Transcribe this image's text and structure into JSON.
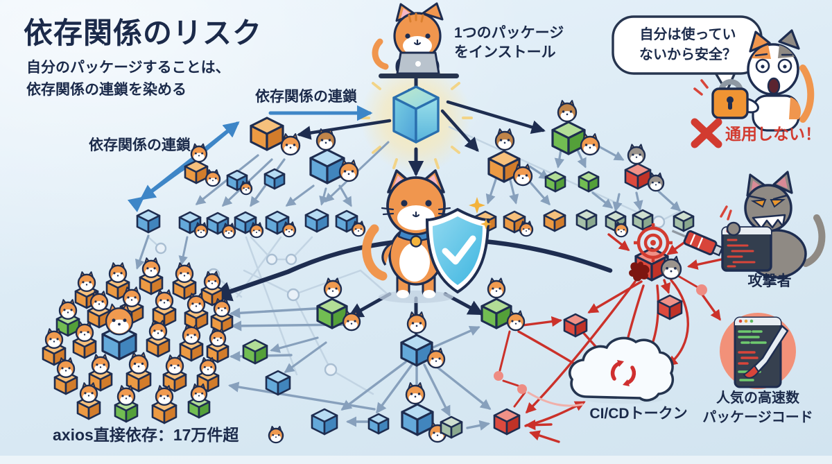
{
  "header": {
    "title": "依存関係のリスク",
    "subtitle_line1": "自分のパッケージすることは、",
    "subtitle_line2": "依存関係の連鎖を染める"
  },
  "labels": {
    "chain_top": "依存関係の連鎖",
    "chain_left": "依存関係の連鎖",
    "install_line1": "1つのパッケージ",
    "install_line2": "をインストール",
    "bubble_line1": "自分は使ってい",
    "bubble_line2": "ないから安全？",
    "not_applicable": "通用しない！",
    "attacker": "攻撃者",
    "cicd": "CI/CDトークン",
    "popular_line1": "人気の高速数",
    "popular_line2": "パッケージコード",
    "axios": "axios直接依存：17万件超"
  },
  "colors": {
    "navy": "#1e2d50",
    "stroke": {
      "dark": "#1e2d50",
      "blue": "#3e86c7",
      "grey": "#87a0bc",
      "faint": "#c2d4e3",
      "red": "#cb312a",
      "pink": "#f0b0aa"
    },
    "cube": {
      "o": {
        "t": "#f6c07c",
        "l": "#ec9a43",
        "r": "#d27c2b"
      },
      "b": {
        "t": "#b7dcf3",
        "l": "#64a9da",
        "r": "#4185bd"
      },
      "g": {
        "t": "#b2dd96",
        "l": "#72bd52",
        "r": "#54a039"
      },
      "s": {
        "t": "#cfdfcf",
        "l": "#a6c1a9",
        "r": "#8aa88e"
      },
      "r": {
        "t": "#ef9187",
        "l": "#dd4a3e",
        "r": "#c03227"
      }
    },
    "cat": {
      "o": "#f09a4f",
      "n": "#c08449",
      "y": "#9b948d"
    }
  },
  "diagram": {
    "cubes": [
      [
        385,
        170,
        46,
        "o",
        [
          [
            34,
            40,
            13,
            "o"
          ]
        ]
      ],
      [
        283,
        232,
        32,
        "o",
        [
          [
            4,
            -10,
            11,
            "o"
          ],
          [
            24,
            26,
            10,
            "o"
          ]
        ]
      ],
      [
        472,
        216,
        48,
        "b",
        [
          [
            -2,
            -13,
            13,
            "n"
          ],
          [
            31,
            32,
            13,
            "o"
          ]
        ]
      ],
      [
        342,
        246,
        28,
        "b",
        [
          [
            13,
            26,
            8,
            "o"
          ]
        ]
      ],
      [
        396,
        244,
        28,
        "b",
        []
      ],
      [
        214,
        303,
        32,
        "b",
        []
      ],
      [
        274,
        306,
        30,
        "b",
        [
          [
            16,
            27,
            9,
            "o"
          ]
        ]
      ],
      [
        314,
        307,
        30,
        "b",
        [
          [
            16,
            27,
            9,
            "o"
          ]
        ]
      ],
      [
        354,
        306,
        30,
        "b",
        [
          [
            16,
            27,
            9,
            "o"
          ]
        ]
      ],
      [
        400,
        305,
        32,
        "b",
        [
          [
            17,
            27,
            9,
            "o"
          ]
        ]
      ],
      [
        457,
        302,
        32,
        "b",
        []
      ],
      [
        500,
        304,
        30,
        "b",
        [
          [
            17,
            27,
            9,
            "o"
          ]
        ]
      ],
      [
        820,
        176,
        46,
        "g",
        [
          [
            -2,
            -14,
            13,
            "n"
          ],
          [
            31,
            34,
            13,
            "o"
          ]
        ]
      ],
      [
        727,
        218,
        44,
        "o",
        [
          [
            1,
            -15,
            13,
            "n"
          ],
          [
            27,
            36,
            13,
            "o"
          ]
        ]
      ],
      [
        801,
        248,
        28,
        "g",
        []
      ],
      [
        849,
        248,
        28,
        "g",
        []
      ],
      [
        920,
        236,
        36,
        "r",
        [
          [
            -2,
            -12,
            12,
            "y"
          ],
          [
            26,
            28,
            11,
            "y"
          ]
        ]
      ],
      [
        700,
        305,
        30,
        "o",
        []
      ],
      [
        742,
        305,
        30,
        "o",
        [
          [
            17,
            26,
            9,
            "o"
          ]
        ]
      ],
      [
        800,
        303,
        30,
        "o",
        []
      ],
      [
        846,
        303,
        28,
        "s",
        []
      ],
      [
        888,
        305,
        28,
        "s",
        [
          [
            8,
            27,
            9,
            "o"
          ]
        ]
      ],
      [
        927,
        303,
        28,
        "s",
        []
      ],
      [
        986,
        305,
        28,
        "s",
        []
      ],
      [
        479,
        431,
        42,
        "g",
        [
          [
            1,
            -14,
            12,
            "o"
          ],
          [
            28,
            33,
            12,
            "o"
          ]
        ]
      ],
      [
        601,
        483,
        44,
        "b",
        [
          [
            0,
            -16,
            13,
            "o"
          ],
          [
            28,
            35,
            12,
            "o"
          ]
        ]
      ],
      [
        716,
        431,
        42,
        "g",
        [
          [
            0,
            -14,
            12,
            "o"
          ],
          [
            28,
            33,
            12,
            "o"
          ]
        ]
      ],
      [
        368,
        490,
        34,
        "g",
        []
      ],
      [
        401,
        535,
        34,
        "b",
        []
      ],
      [
        468,
        590,
        36,
        "b",
        []
      ],
      [
        546,
        597,
        28,
        "b",
        []
      ],
      [
        602,
        583,
        44,
        "b",
        [
          [
            -3,
            -14,
            13,
            "o"
          ],
          [
            29,
            42,
            12,
            "o"
          ]
        ]
      ],
      [
        651,
        601,
        30,
        "s",
        []
      ],
      [
        731,
        590,
        36,
        "r",
        []
      ],
      [
        830,
        453,
        32,
        "r",
        []
      ],
      [
        966,
        426,
        34,
        "r",
        []
      ],
      [
        940,
        358,
        46,
        "r",
        [
          [
            28,
            30,
            14,
            "y"
          ]
        ]
      ]
    ],
    "crowd": [
      [
        125,
        412,
        32,
        "o",
        12
      ],
      [
        170,
        399,
        32,
        "o",
        12
      ],
      [
        218,
        392,
        32,
        "o",
        12
      ],
      [
        266,
        399,
        32,
        "o",
        12
      ],
      [
        306,
        410,
        30,
        "o",
        11
      ],
      [
        98,
        452,
        32,
        "g",
        12
      ],
      [
        143,
        440,
        32,
        "o",
        12
      ],
      [
        190,
        434,
        32,
        "o",
        12
      ],
      [
        237,
        438,
        32,
        "o",
        12
      ],
      [
        283,
        443,
        32,
        "o",
        12
      ],
      [
        320,
        449,
        30,
        "o",
        11
      ],
      [
        78,
        494,
        32,
        "o",
        12
      ],
      [
        122,
        484,
        32,
        "o",
        12
      ],
      [
        172,
        470,
        48,
        "b",
        19
      ],
      [
        228,
        482,
        32,
        "o",
        12
      ],
      [
        276,
        488,
        32,
        "o",
        12
      ],
      [
        314,
        492,
        30,
        "o",
        11
      ],
      [
        95,
        536,
        32,
        "o",
        12
      ],
      [
        145,
        531,
        32,
        "o",
        12
      ],
      [
        200,
        530,
        34,
        "o",
        13
      ],
      [
        252,
        532,
        32,
        "o",
        12
      ],
      [
        300,
        534,
        30,
        "o",
        11
      ],
      [
        128,
        572,
        32,
        "o",
        12
      ],
      [
        182,
        576,
        32,
        "g",
        12
      ],
      [
        237,
        576,
        34,
        "o",
        12
      ],
      [
        287,
        572,
        30,
        "g",
        11
      ]
    ],
    "stray_cats": [
      [
        398,
        628,
        10,
        "o"
      ]
    ],
    "arrows": [
      [
        600,
        112,
        600,
        146,
        "dark",
        5
      ],
      [
        600,
        215,
        600,
        250,
        "dark",
        5
      ],
      [
        638,
        160,
        688,
        216,
        "dark",
        4.5
      ],
      [
        646,
        147,
        783,
        188,
        "dark",
        4.5
      ],
      [
        562,
        174,
        432,
        194,
        "dark",
        4.5
      ],
      [
        562,
        424,
        505,
        456,
        "dark",
        5
      ],
      [
        600,
        430,
        600,
        480,
        "dark",
        5
      ],
      [
        642,
        424,
        694,
        452,
        "dark",
        5
      ],
      [
        390,
        163,
        533,
        163,
        "blue",
        5
      ],
      [
        262,
        245,
        342,
        178,
        "blue",
        5
      ],
      [
        285,
        228,
        205,
        286,
        "blue",
        5
      ],
      [
        372,
        224,
        284,
        294,
        "grey",
        3.2
      ],
      [
        392,
        230,
        322,
        296,
        "grey",
        3.2
      ],
      [
        410,
        230,
        362,
        296,
        "grey",
        3.2
      ],
      [
        452,
        268,
        414,
        296,
        "grey",
        3.2
      ],
      [
        470,
        272,
        464,
        294,
        "grey",
        3
      ],
      [
        490,
        268,
        506,
        296,
        "grey",
        3.2
      ],
      [
        560,
        205,
        470,
        290,
        "grey",
        3
      ],
      [
        214,
        340,
        198,
        386,
        "grey",
        3.2
      ],
      [
        270,
        342,
        262,
        380,
        "grey",
        3
      ],
      [
        470,
        444,
        334,
        452,
        "grey",
        3.4
      ],
      [
        498,
        468,
        336,
        470,
        "grey",
        3.4
      ],
      [
        420,
        512,
        334,
        514,
        "grey",
        3.4
      ],
      [
        540,
        590,
        332,
        556,
        "grey",
        3.4
      ],
      [
        458,
        487,
        392,
        505,
        "grey",
        3.2
      ],
      [
        470,
        494,
        412,
        536,
        "grey",
        3.2
      ],
      [
        585,
        522,
        494,
        590,
        "grey",
        3.4
      ],
      [
        594,
        526,
        544,
        594,
        "grey",
        3.4
      ],
      [
        601,
        529,
        601,
        584,
        "grey",
        3.4
      ],
      [
        612,
        526,
        648,
        598,
        "grey",
        3.4
      ],
      [
        620,
        521,
        706,
        589,
        "grey",
        3.4
      ],
      [
        622,
        502,
        690,
        472,
        "grey",
        3.4
      ],
      [
        536,
        608,
        502,
        608,
        "grey",
        3.4
      ],
      [
        674,
        617,
        704,
        611,
        "grey",
        3.4
      ],
      [
        718,
        250,
        704,
        292,
        "grey",
        3.2
      ],
      [
        734,
        252,
        744,
        292,
        "grey",
        3.2
      ],
      [
        750,
        246,
        792,
        294,
        "grey",
        3.2
      ],
      [
        764,
        240,
        790,
        257,
        "grey",
        3.2
      ],
      [
        810,
        210,
        805,
        240,
        "grey",
        3.2
      ],
      [
        830,
        210,
        844,
        240,
        "grey",
        3.2
      ],
      [
        847,
        202,
        898,
        230,
        "grey",
        3.2
      ],
      [
        855,
        278,
        882,
        299,
        "grey",
        3.2
      ],
      [
        893,
        280,
        888,
        303,
        "grey",
        3.2
      ],
      [
        918,
        278,
        923,
        301,
        "grey",
        3.2
      ],
      [
        950,
        276,
        980,
        303,
        "grey",
        3.2
      ],
      [
        1050,
        372,
        994,
        384,
        "red",
        3.4
      ],
      [
        878,
        338,
        906,
        360,
        "red",
        3.4
      ],
      [
        992,
        346,
        964,
        366,
        "red",
        3.4
      ],
      [
        925,
        406,
        850,
        450,
        "red",
        3.4
      ],
      [
        958,
        404,
        964,
        421,
        "red",
        3.4
      ],
      [
        838,
        476,
        872,
        514,
        "red",
        3.4
      ],
      [
        746,
        470,
        808,
        462,
        "red",
        3.4
      ],
      [
        795,
        612,
        760,
        613,
        "red",
        3.4
      ],
      [
        806,
        637,
        766,
        624,
        "red",
        3.4
      ],
      [
        1008,
        418,
        1038,
        460,
        "red",
        3.4
      ]
    ],
    "paths": [
      [
        "M948,412 C952,448 948,482 936,508",
        "red",
        3.4
      ],
      [
        "M968,404 C1002,444 1000,498 964,526",
        "red",
        3.4
      ],
      [
        "M928,412 C916,448 908,478 901,505",
        "red",
        3.4
      ],
      [
        "M916,406 C862,478 806,548 760,594",
        "red",
        3.4
      ],
      [
        "M748,478 C798,506 828,524 854,540",
        "red",
        3.4
      ],
      [
        "M758,614 C790,606 818,592 842,580",
        "red",
        3.4
      ],
      [
        "M880,390 C700,325 540,335 415,392 L310,428",
        "dark",
        6.5
      ]
    ],
    "lines": [
      [
        423,
        425,
        352,
        390,
        "faint",
        2.5
      ],
      [
        423,
        425,
        520,
        390,
        "faint",
        2.5
      ],
      [
        423,
        425,
        477,
        533,
        "faint",
        2.5
      ],
      [
        477,
        533,
        538,
        568,
        "faint",
        2.5
      ],
      [
        308,
        396,
        348,
        428,
        "faint",
        2.5
      ],
      [
        232,
        358,
        214,
        342,
        "faint",
        2.5
      ],
      [
        392,
        374,
        420,
        374,
        "faint",
        2.5
      ],
      [
        392,
        374,
        362,
        342,
        "faint",
        2.5
      ],
      [
        420,
        374,
        450,
        342,
        "faint",
        2.5
      ],
      [
        950,
        320,
        922,
        303,
        "faint",
        2.5
      ],
      [
        950,
        320,
        982,
        304,
        "faint",
        2.5
      ],
      [
        648,
        183,
        928,
        310,
        "faint",
        2.5
      ],
      [
        355,
        342,
        428,
        540,
        "faint",
        2.5
      ],
      [
        405,
        342,
        342,
        428,
        "faint",
        2.5
      ],
      [
        520,
        390,
        560,
        425,
        "faint",
        2.5
      ],
      [
        968,
        392,
        1006,
        414,
        "red",
        3
      ],
      [
        735,
        478,
        721,
        534,
        "red",
        3
      ],
      [
        726,
        549,
        747,
        556,
        "red",
        3
      ],
      [
        757,
        566,
        742,
        586,
        "red",
        3
      ]
    ],
    "pink_paths": [
      [
        "M762,566 C792,584 816,588 840,583",
        "pink",
        3
      ]
    ],
    "nodes": [
      [
        423,
        425,
        8
      ],
      [
        477,
        533,
        8
      ],
      [
        232,
        358,
        7
      ],
      [
        308,
        396,
        8
      ],
      [
        392,
        374,
        7
      ],
      [
        420,
        374,
        7
      ],
      [
        950,
        320,
        8
      ]
    ],
    "red_nodes": [
      [
        719,
        542,
        7
      ],
      [
        753,
        561,
        7
      ],
      [
        1012,
        418,
        8
      ]
    ]
  }
}
